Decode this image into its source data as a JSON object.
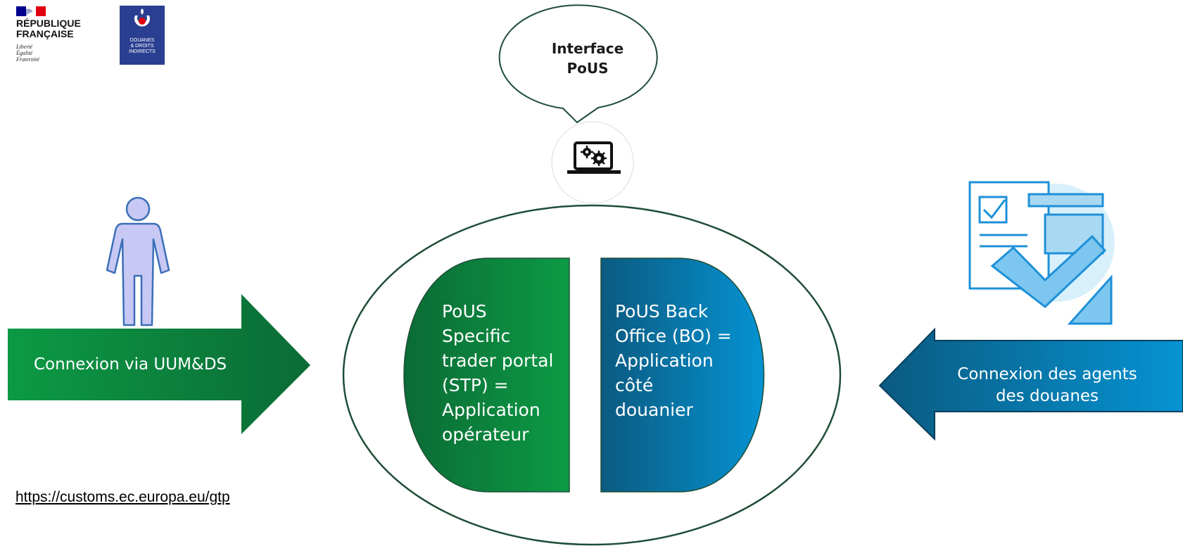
{
  "logos": {
    "republique": {
      "name_line1": "RÉPUBLIQUE",
      "name_line2": "FRANÇAISE",
      "motto_line1": "Liberté",
      "motto_line2": "Égalité",
      "motto_line3": "Fraternité"
    },
    "douanes": {
      "line1": "DOUANES",
      "line2": "& DROITS",
      "line3": "INDIRECTS"
    }
  },
  "interface_bubble": {
    "line1": "Interface",
    "line2": "PoUS"
  },
  "panels": {
    "stp": "PoUS\nSpecific\ntrader portal\n(STP) =\nApplication\nopérateur",
    "bo": "PoUS Back\nOffice (BO) =\nApplication\ncôté\ndouanier"
  },
  "arrows": {
    "left_label": "Connexion via UUM&DS",
    "right_label_line1": "Connexion des agents",
    "right_label_line2": "des douanes"
  },
  "link_text": "https://customs.ec.europa.eu/gtp",
  "colors": {
    "green_dark": "#0b6b35",
    "green_light": "#0c9a45",
    "blue_dark": "#0b5a80",
    "blue_light": "#0593d2",
    "outline": "#1f4d36",
    "person_fill": "#c8c8f4",
    "person_stroke": "#3a6fb8",
    "agent_blue": "#1e90d8"
  },
  "icons": [
    "laptop-gears-icon",
    "person-icon",
    "customs-agent-icon"
  ]
}
